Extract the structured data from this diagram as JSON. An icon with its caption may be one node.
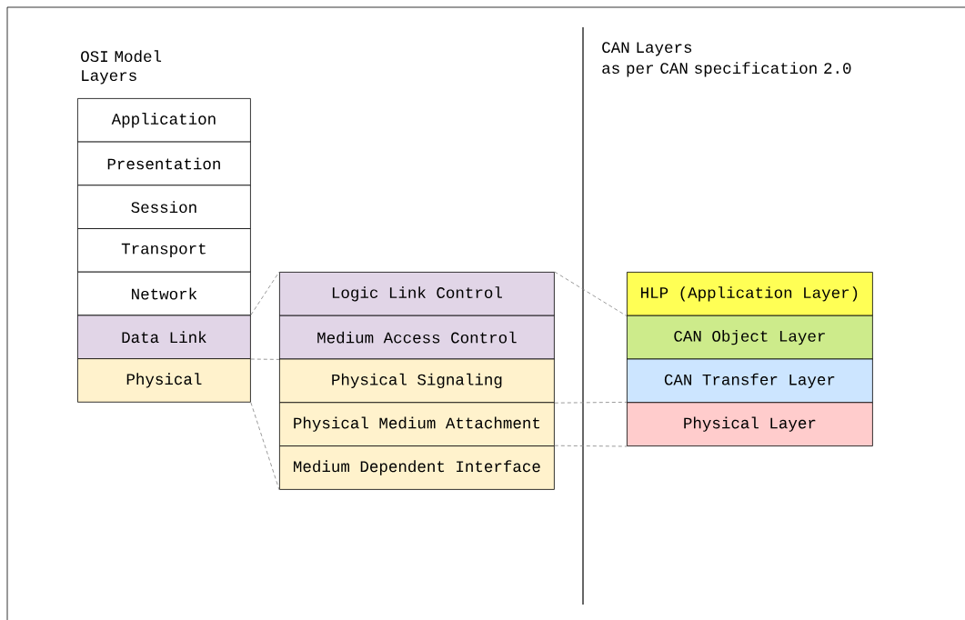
{
  "diagram": {
    "nodes": [
      {
        "text": [
          "Application"
        ]
      },
      {
        "text": [
          "Presentation"
        ]
      },
      {
        "text": [
          "Session"
        ]
      },
      {
        "text": [
          "Transport"
        ]
      },
      {
        "text": [
          "Network"
        ]
      },
      {
        "text": [
          "Data Link"
        ]
      },
      {
        "text": [
          "Physical"
        ]
      },
      {
        "text": [
          "Logic Link Control"
        ]
      },
      {
        "text": [
          "Medium Access Control"
        ]
      },
      {
        "text": [
          "Physical Signaling"
        ]
      },
      {
        "text": [
          "Physical Medium Attachment"
        ]
      },
      {
        "text": [
          "Medium Dependent Interface"
        ]
      },
      {
        "text": [
          "HLP (Application Layer)"
        ]
      },
      {
        "text": [
          "CAN Object Layer"
        ]
      },
      {
        "text": [
          "CAN Transfer Layer"
        ]
      },
      {
        "text": [
          "Physical Layer"
        ]
      }
    ],
    "edges": [
      {
        "from": 5,
        "to": 7,
        "arrow": "none",
        "style": "dashed"
      },
      {
        "from": 5,
        "to": 8,
        "arrow": "none",
        "style": "dashed"
      },
      {
        "from": 6,
        "to": 11,
        "arrow": "none",
        "style": "dashed"
      },
      {
        "from": 7,
        "to": 12,
        "arrow": "none",
        "style": "dashed"
      },
      {
        "from": 9,
        "to": 15,
        "arrow": "none",
        "style": "dashed"
      },
      {
        "from": 11,
        "to": 15,
        "arrow": "none",
        "style": "dashed"
      }
    ],
    "labels": [
      "OSI Model Layers",
      "CAN Layers",
      "as per CAN specification 2.0"
    ]
  }
}
